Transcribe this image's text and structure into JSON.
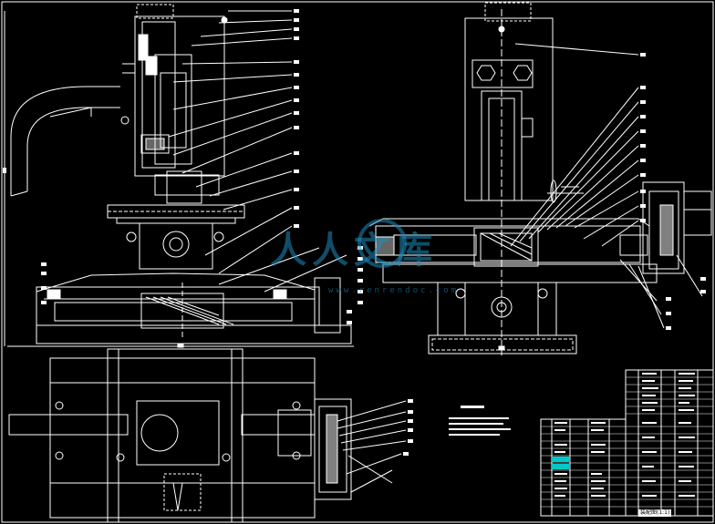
{
  "drawing": {
    "background": "#000000",
    "line_color": "#ffffff",
    "highlight_color": "#00c8c8"
  },
  "watermark": {
    "text": "人人文库",
    "subtext": "www.renrendoc.com",
    "color": "#1e8cbe"
  },
  "title_block": {
    "caption": "装配图(1:1)"
  }
}
